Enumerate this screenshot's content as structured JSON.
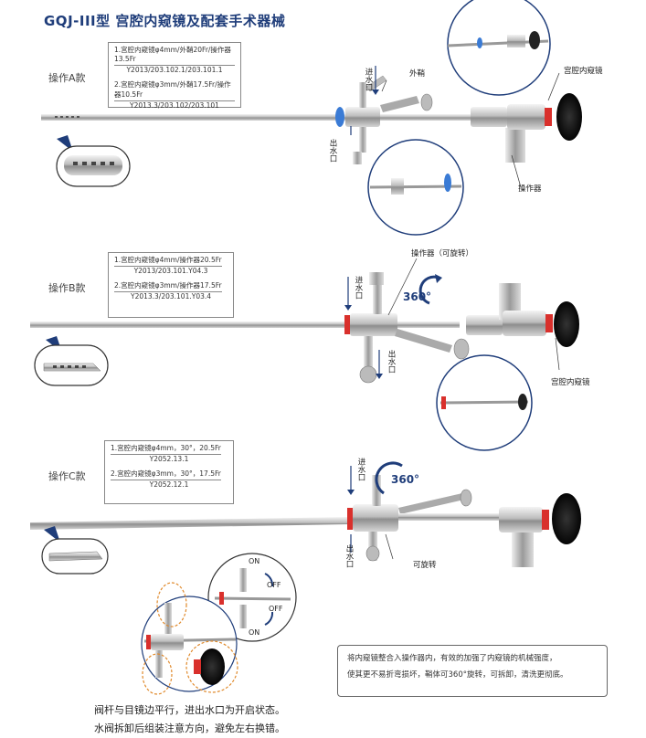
{
  "title": "GQJ-III型 宫腔内窥镜及配套手术器械",
  "section_a": {
    "label": "操作A款",
    "spec1_line": "1.宫腔内窥镜φ4mm/外鞘20Fr/操作器13.5Fr",
    "spec1_code": "Y2013/203.102.1/203.101.1",
    "spec2_line": "2.宫腔内窥镜φ3mm/外鞘17.5Fr/操作器10.5Fr",
    "spec2_code": "Y2013.3/203.102/203.101",
    "inlet": "进水口",
    "outlet": "出水口",
    "sheath": "外鞘",
    "scope": "宫腔内窥镜",
    "operator": "操作器"
  },
  "section_b": {
    "label": "操作B款",
    "spec1_line": "1.宫腔内窥镜φ4mm/操作器20.5Fr",
    "spec1_code": "Y2013/203.101.Y04.3",
    "spec2_line": "2.宫腔内窥镜φ3mm/操作器17.5Fr",
    "spec2_code": "Y2013.3/203.101.Y03.4",
    "inlet": "进水口",
    "outlet": "出水口",
    "operator_rot": "操作器（可旋转）",
    "rotation": "360°",
    "scope": "宫腔内窥镜"
  },
  "section_c": {
    "label": "操作C款",
    "spec1_line": "1.宫腔内窥镜φ4mm，30°，20.5Fr",
    "spec1_code": "Y2052.13.1",
    "spec2_line": "2.宫腔内窥镜φ3mm，30°，17.5Fr",
    "spec2_code": "Y2052.12.1",
    "inlet": "进水口",
    "outlet": "出水口",
    "rotation": "360°",
    "rotatable": "可旋转",
    "on1": "ON",
    "off1": "OFF",
    "off2": "OFF",
    "on2": "ON"
  },
  "note": {
    "line1": "将内窥镜整合入操作器内，有效的加强了内窥镜的机械强度，",
    "line2": "使其更不易折弯损坏，鞘体可360°旋转，可拆卸，清洗更彻底。"
  },
  "bottom": {
    "line1": "阀杆与目镜边平行，进出水口为开启状态。",
    "line2": "水阀拆卸后组装注意方向，避免左右换错。"
  },
  "colors": {
    "title": "#1f3d7a",
    "accent_red": "#d9302c",
    "accent_blue": "#3a7bd5",
    "orange_ring": "#e08a2c"
  }
}
